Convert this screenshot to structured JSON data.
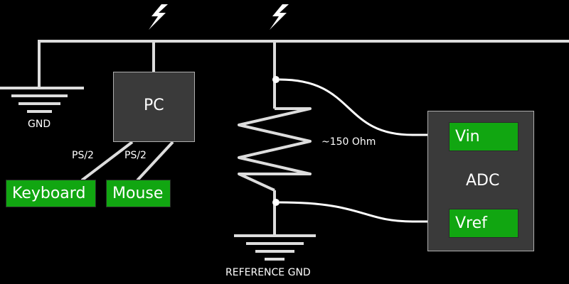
{
  "colors": {
    "background": "#000000",
    "wire": "#dddddd",
    "box_fill": "#3a3a3a",
    "box_border": "#b0b0b0",
    "label_fill": "#11a611",
    "text": "#ffffff"
  },
  "icons": [
    "lightning-icon",
    "lightning-icon",
    "ground-symbol-icon",
    "ground-symbol-icon",
    "resistor-icon"
  ],
  "labels": {
    "gnd": "GND",
    "pc": "PC",
    "ps2_left": "PS/2",
    "ps2_right": "PS/2",
    "keyboard": "Keyboard",
    "mouse": "Mouse",
    "resistor": "~150 Ohm",
    "reference_gnd": "REFERENCE GND",
    "adc": "ADC",
    "vin": "Vin",
    "vref": "Vref"
  }
}
